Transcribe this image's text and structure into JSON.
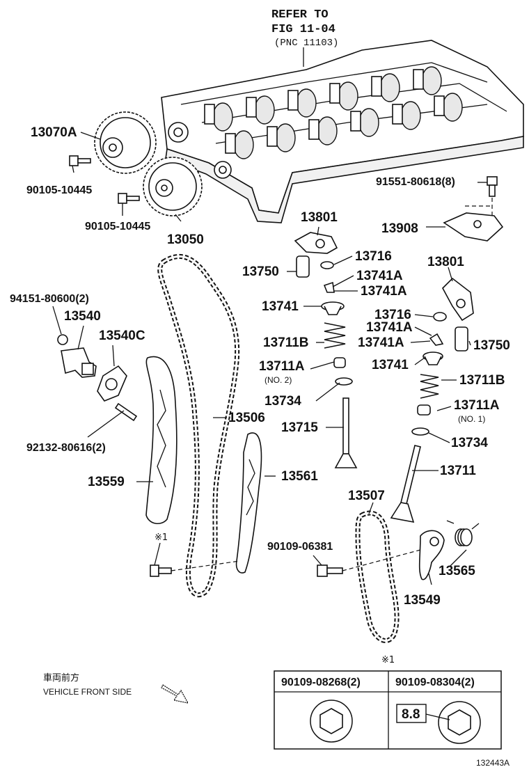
{
  "refer": {
    "line1": "REFER TO",
    "line2": "FIG 11-04",
    "line3": "(PNC 11103)"
  },
  "callouts": {
    "p13070A": "13070A",
    "p90105_a": "90105-10445",
    "p90105_b": "90105-10445",
    "p13050": "13050",
    "p91551": "91551-80618(8)",
    "p13908": "13908",
    "p13801_a": "13801",
    "p13716_a": "13716",
    "p13750_a": "13750",
    "p13741A_a": "13741A",
    "p13741A_b": "13741A",
    "p13741_a": "13741",
    "p13711B_a": "13711B",
    "p13711A_a": "13711A",
    "p13711A_a_note": "(NO. 2)",
    "p13734_a": "13734",
    "p13715": "13715",
    "p13801_b": "13801",
    "p13716_b": "13716",
    "p13741A_c": "13741A",
    "p13741A_d": "13741A",
    "p13750_b": "13750",
    "p13741_b": "13741",
    "p13711B_b": "13711B",
    "p13711A_b": "13711A",
    "p13711A_b_note": "(NO. 1)",
    "p13734_b": "13734",
    "p13711": "13711",
    "p94151": "94151-80600(2)",
    "p13540": "13540",
    "p13540C": "13540C",
    "p92132": "92132-80616(2)",
    "p13506": "13506",
    "p13559": "13559",
    "p13561": "13561",
    "p13507": "13507",
    "p90109_06381": "90109-06381",
    "p13565": "13565",
    "p13549": "13549",
    "mark1": "※1",
    "mark2": "※1"
  },
  "legend": {
    "direction_jp": "車両前方",
    "direction_en": "VEHICLE FRONT SIDE"
  },
  "bolt_table": {
    "col1": "90109-08268(2)",
    "col2": "90109-08304(2)",
    "grade": "8.8"
  },
  "figure_id": "132443A"
}
